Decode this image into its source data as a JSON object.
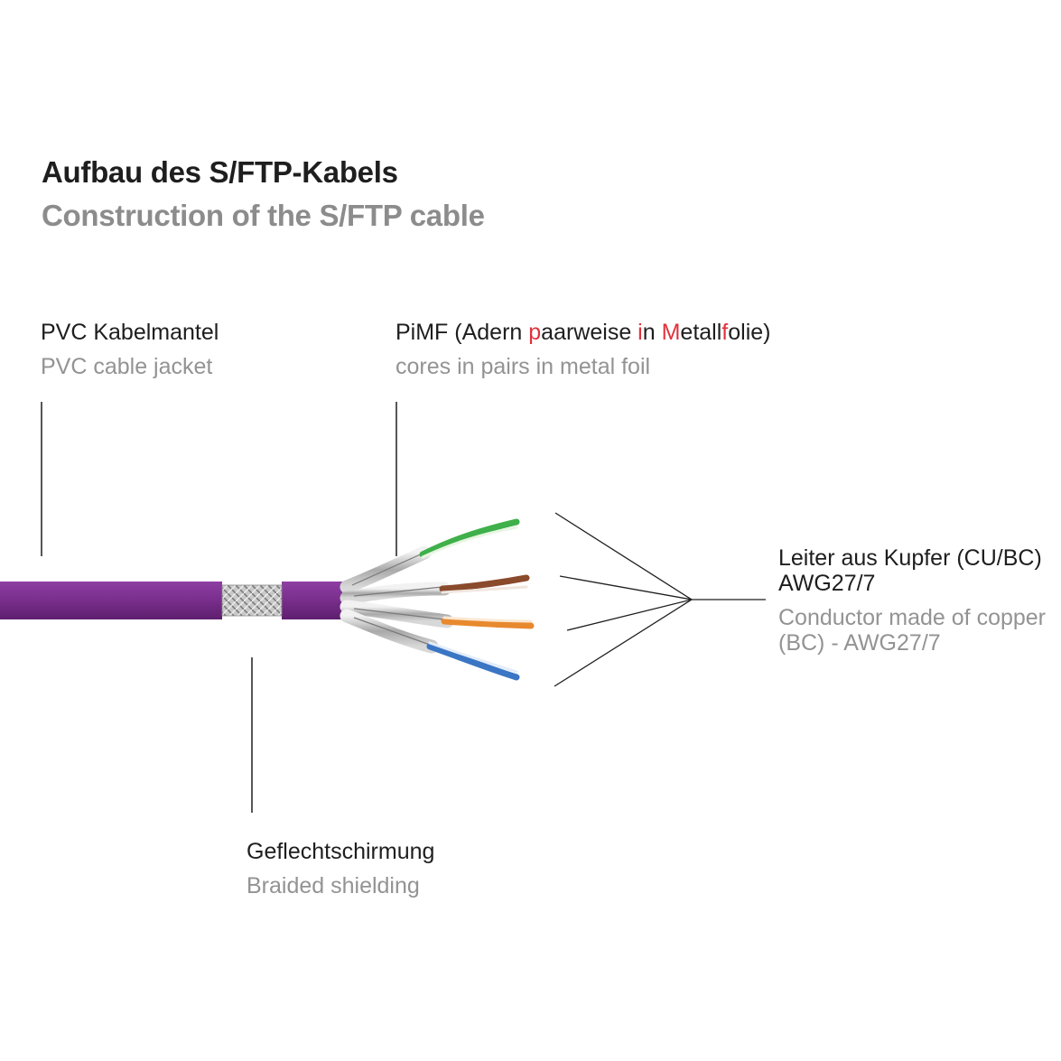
{
  "title": {
    "de": "Aufbau des S/FTP-Kabels",
    "en": "Construction of the S/FTP cable"
  },
  "labels": {
    "jacket": {
      "de": "PVC Kabelmantel",
      "en": "PVC cable jacket"
    },
    "pimf": {
      "de_parts": [
        "PiMF (Adern ",
        "p",
        "aarweise ",
        "i",
        "n ",
        "M",
        "etall",
        "f",
        "olie)"
      ],
      "en": "cores in pairs in metal foil"
    },
    "conductor": {
      "de_line1": "Leiter aus Kupfer (CU/BC)",
      "de_line2": "AWG27/7",
      "en_line1": "Conductor made of copper",
      "en_line2": "(BC) - AWG27/7"
    },
    "braid": {
      "de": "Geflechtschirmung",
      "en": "Braided shielding"
    }
  },
  "colors": {
    "jacket": "#7b2f8e",
    "accent": "#e0323c",
    "pair_green": "#3fb04a",
    "pair_brown": "#8a4a2c",
    "pair_orange": "#e8892e",
    "pair_blue": "#3a76c4",
    "leader_line": "#1e1e1e"
  }
}
